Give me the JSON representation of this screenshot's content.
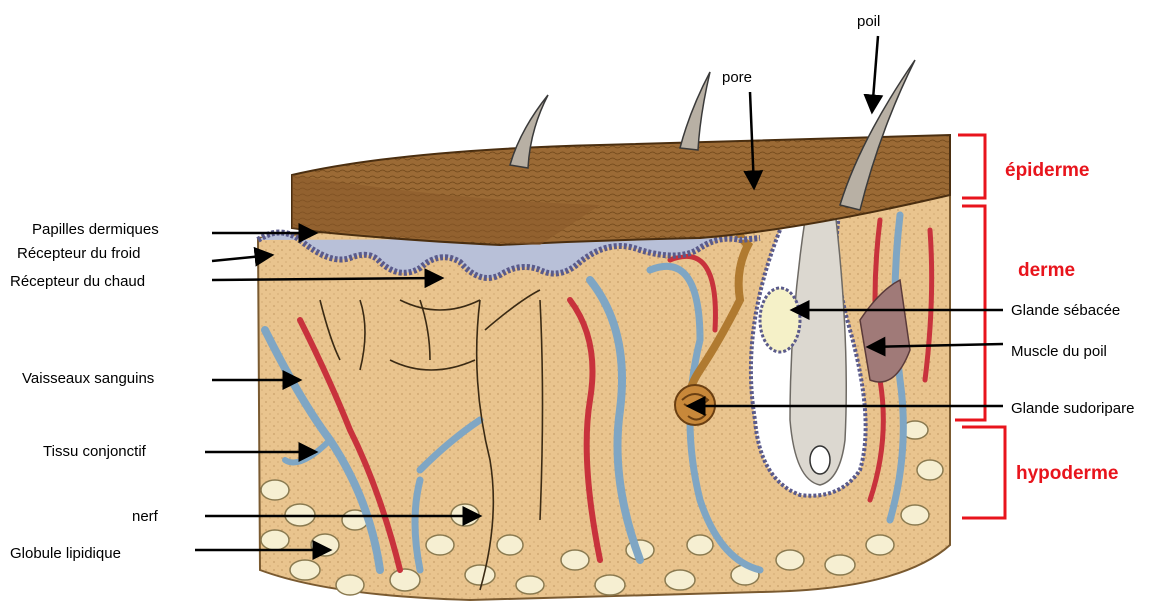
{
  "labels": {
    "poil": "poil",
    "pore": "pore",
    "papilles": "Papilles dermiques",
    "froid": "Récepteur du froid",
    "chaud": "Récepteur du chaud",
    "vaisseaux": "Vaisseaux sanguins",
    "tissu": "Tissu conjonctif",
    "nerf": "nerf",
    "globule": "Globule lipidique",
    "sebacee": "Glande sébacée",
    "muscle": "Muscle du poil",
    "sudoripare": "Glande sudoripare"
  },
  "layers": {
    "epiderme": "épiderme",
    "derme": "derme",
    "hypoderme": "hypoderme"
  },
  "colors": {
    "layer_label": "#e8141c",
    "bracket": "#e8141c",
    "epidermis": "#8a5a2a",
    "dermis": "#e9c48e",
    "fat": "#f4edcf",
    "artery": "#c8323c",
    "vein": "#7fa6c4",
    "hair": "#b8b0a4"
  }
}
